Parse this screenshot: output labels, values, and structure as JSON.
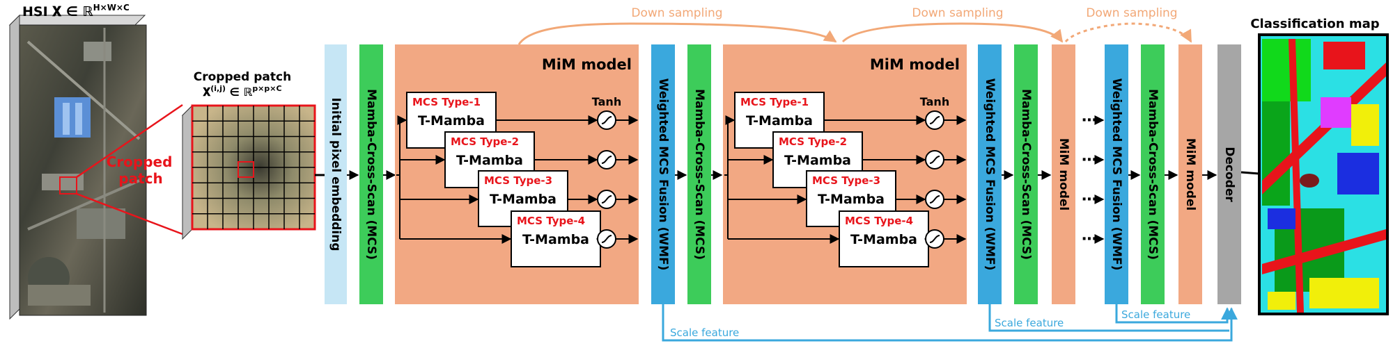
{
  "hsi": {
    "title": "HSI 𝐗 ∈ ℝ",
    "title_sup": "H×W×C",
    "cropped_label_1": "Cropped",
    "cropped_label_2": "patch"
  },
  "patch": {
    "title": "Cropped patch",
    "formula": "𝐗",
    "formula_sup1": "(i,j)",
    "formula_mid": " ∈ ℝ",
    "formula_sup2": "p×p×C"
  },
  "blocks": {
    "initial_embedding": "Initial pixel embedding",
    "mcs": "Mamba-Cross-Scan (MCS)",
    "wmf": "Weighted MCS Fusion (WMF)",
    "mim_model_title": "MiM model",
    "mim_model_vertical": "MiM model",
    "decoder": "Decoder"
  },
  "mim": {
    "types": [
      "MCS Type-1",
      "MCS Type-2",
      "MCS Type-3",
      "MCS Type-4"
    ],
    "mamba": "T-Mamba",
    "tanh": "Tanh"
  },
  "arrows": {
    "down_sampling": "Down sampling",
    "scale_feature": "Scale feature",
    "dots": "⋯"
  },
  "output": {
    "title": "Classification map"
  },
  "colors": {
    "embedding": "#c6e6f5",
    "mcs": "#3dcc5a",
    "mim": "#f2a883",
    "wmf": "#3aa8dd",
    "decoder": "#a6a6a6",
    "accent_red": "#e8141b",
    "scale_line": "#3aa8dd",
    "down_line": "#f2a877"
  }
}
